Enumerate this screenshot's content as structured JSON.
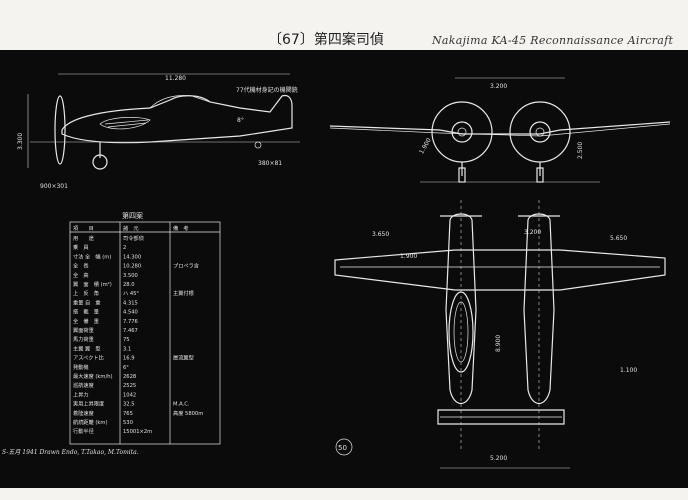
{
  "header": {
    "title": "〔67〕第四案司偵",
    "handwritten": "Nakajima KA-45 Reconnaissance Aircraft"
  },
  "side_view": {
    "length_dim": "11.280",
    "note": "77代機材身記の機関銃",
    "height_dim": "3.300",
    "gear_dim": "900×301",
    "tail_dim": "380×81",
    "angle": "8°"
  },
  "front_view": {
    "width_dim": "3.200",
    "prop_dim": "1.900",
    "height_dim": "2.500"
  },
  "plan_view": {
    "dim_a": "5.650",
    "dim_b": "3.200",
    "dim_c": "3.650",
    "dim_d": "1.900",
    "dim_e": "8.900",
    "dim_f": "5.200",
    "dim_g": "1.100"
  },
  "spec_table": {
    "title": "第四案",
    "headers": [
      "項　　目",
      "諸　元",
      "備　考"
    ],
    "rows": [
      [
        "用　　途",
        "司令部偵",
        ""
      ],
      [
        "乗　員",
        "2",
        ""
      ],
      [
        "寸法 全　幅 (m)",
        "14.300",
        ""
      ],
      [
        "全　長",
        "10.280",
        "プロペラ含"
      ],
      [
        "全　高",
        "3.500",
        ""
      ],
      [
        "翼　面　積 (m²)",
        "28.0",
        ""
      ],
      [
        "上　反　角",
        "ハ 45°",
        "主翼付根"
      ],
      [
        "重量 自　重",
        "4.315",
        ""
      ],
      [
        "搭　載　量",
        "4.540",
        ""
      ],
      [
        "全　備　重",
        "7.776",
        ""
      ],
      [
        "翼面荷重",
        "7.467",
        ""
      ],
      [
        "馬力荷重",
        "75",
        ""
      ],
      [
        "主翼 翼　型",
        "3.1",
        ""
      ],
      [
        "アスペクト比",
        "16.9",
        "層流翼型"
      ],
      [
        "発動機",
        "6°",
        ""
      ],
      [
        "最大速度 (km/h)",
        "2628",
        ""
      ],
      [
        "巡航速度",
        "2525",
        ""
      ],
      [
        "上昇力",
        "1042",
        ""
      ],
      [
        "実用上昇限度",
        "32.5",
        "M.A.C."
      ],
      [
        "着陸速度",
        "765",
        "高度 5800m"
      ],
      [
        "航続距離 (km)",
        "530",
        ""
      ],
      [
        "行動半径",
        "15001×2m",
        ""
      ]
    ]
  },
  "page_number": "50",
  "signature": "S-五月 1941  Drawn Endo, T.Takao, M.Tomita."
}
